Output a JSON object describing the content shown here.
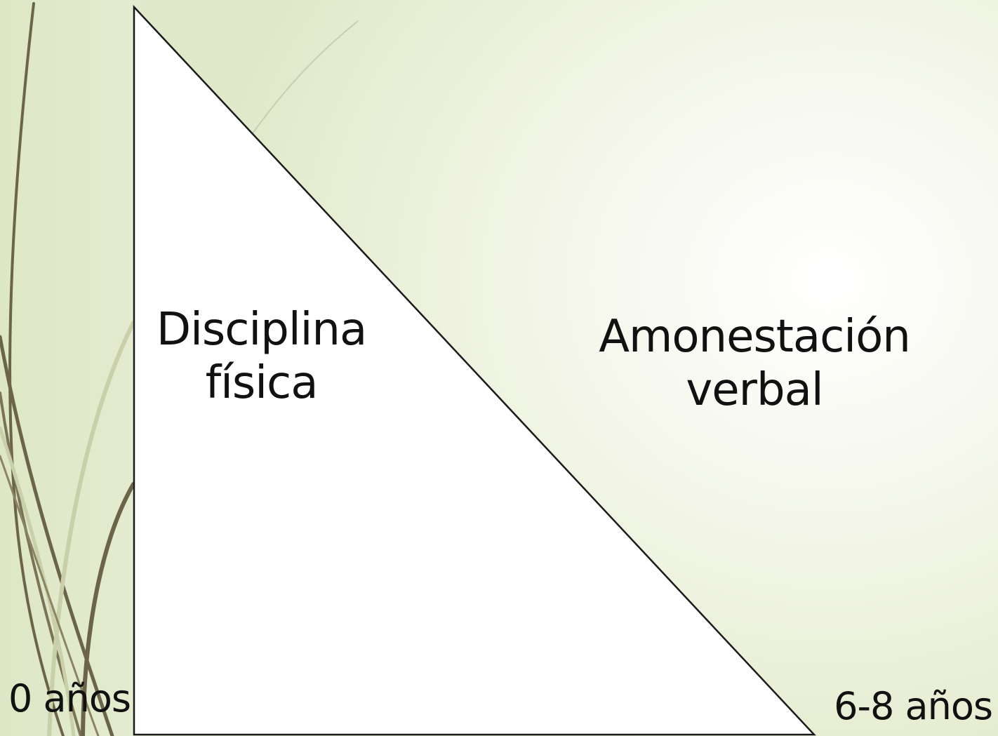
{
  "diagram": {
    "left_region": {
      "line1": "Disciplina",
      "line2": "física"
    },
    "right_region": {
      "line1": "Amonestación",
      "line2": "verbal"
    },
    "axis": {
      "start_label": "0 años",
      "end_label": "6-8 años"
    }
  },
  "colors": {
    "triangle_fill": "#ffffff",
    "triangle_stroke": "#1a1a1a",
    "grass_dark": "#6b6449",
    "grass_light": "#c9cfa9"
  }
}
